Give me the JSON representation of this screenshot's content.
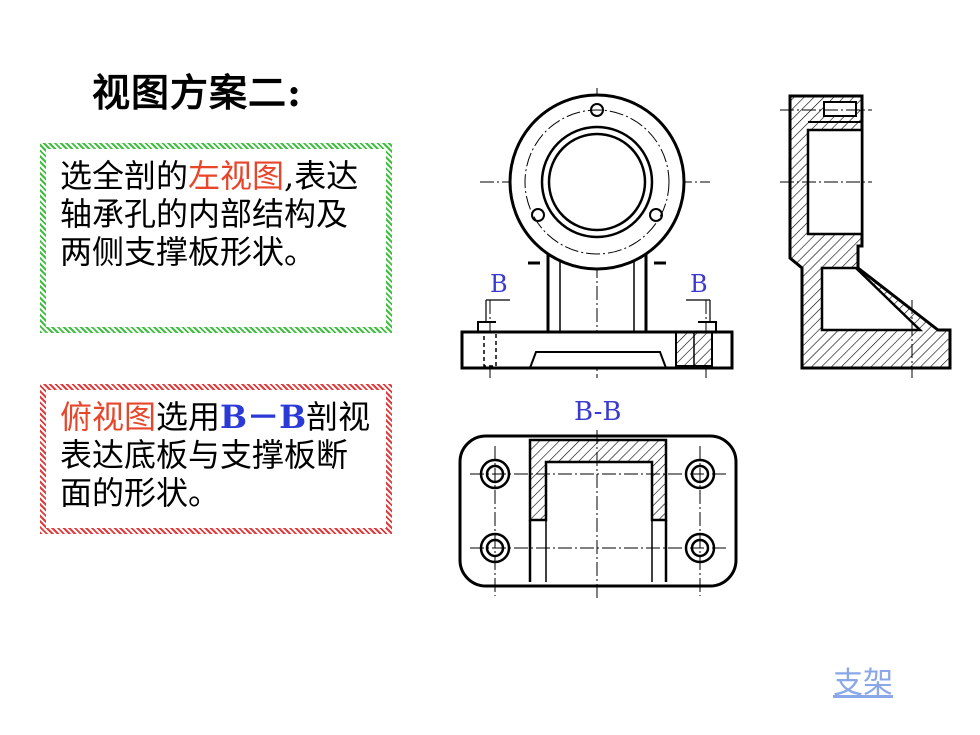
{
  "title": "视图方案二:",
  "box1": {
    "p1": "选全剖的",
    "h1": "左视图",
    "p2": ",表达轴承孔的内部结构及两侧支撑板形状。"
  },
  "box2": {
    "h1": "俯视图",
    "p1": "选用",
    "h2": "B－B",
    "p2": "剖视表达底板与支撑板断面的形状。"
  },
  "drawing": {
    "label_b_left": "B",
    "label_b_right": "B",
    "label_bb": "B-B",
    "line_color": "#000000",
    "label_color": "#3a3ad0"
  },
  "link": "支架"
}
